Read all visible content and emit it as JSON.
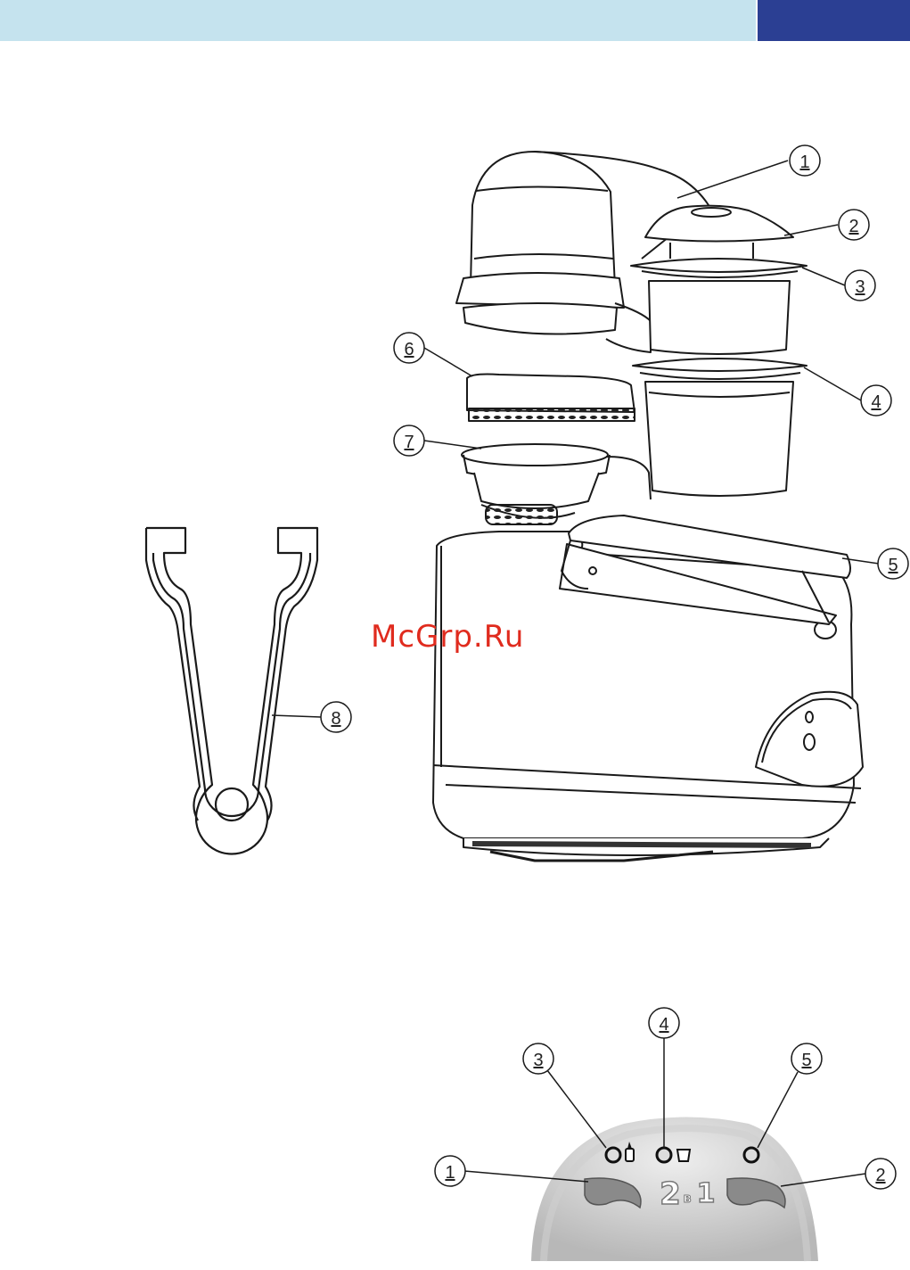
{
  "header": {
    "bar_color": "#c5e3ee",
    "block_color": "#2b3f93"
  },
  "watermark": {
    "text": "McGrp.Ru",
    "color": "#e02b1e"
  },
  "main_diagram": {
    "callouts": [
      "1",
      "2",
      "3",
      "4",
      "5",
      "6",
      "7",
      "8"
    ]
  },
  "control_panel": {
    "callouts": [
      "1",
      "2",
      "3",
      "4",
      "5"
    ],
    "logo": {
      "big1": "2",
      "small": "в",
      "big2": "1"
    }
  }
}
